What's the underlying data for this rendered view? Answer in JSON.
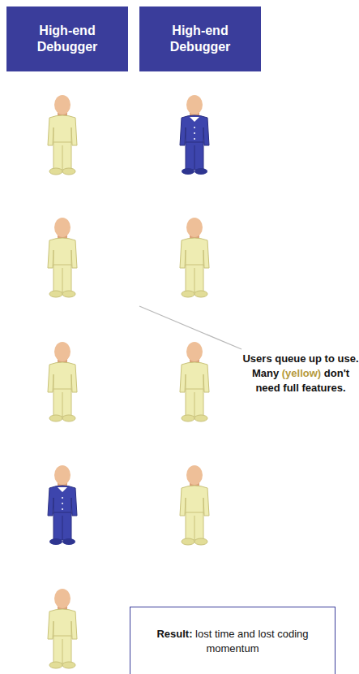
{
  "diagram": {
    "nodes": [
      {
        "text": [
          "High-end Debugger"
        ]
      },
      {
        "text": [
          "High-end Debugger"
        ]
      },
      {
        "text": [
          "Result:",
          "lost time and lost coding momentum"
        ]
      }
    ],
    "labels": [
      "Users queue up to use. Many",
      "(yellow)",
      "don't need full features."
    ]
  }
}
